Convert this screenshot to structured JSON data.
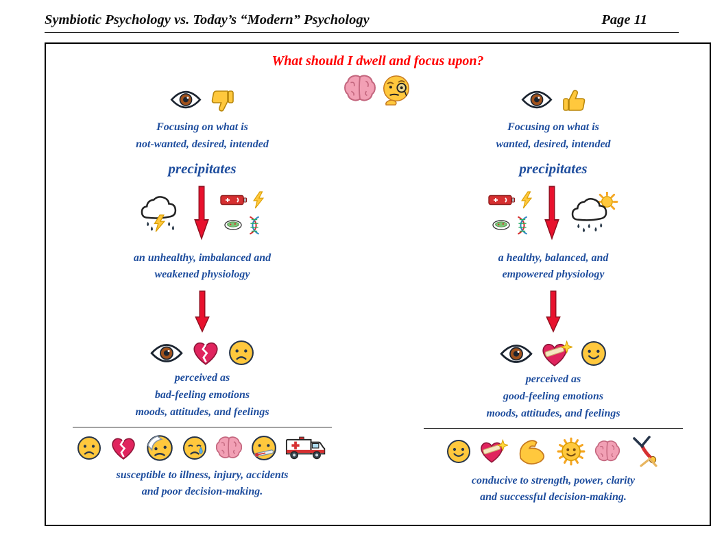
{
  "header": {
    "title": "Symbiotic Psychology vs. Today’s “Modern” Psychology",
    "page_number": "Page 11"
  },
  "diagram": {
    "title": "What should I dwell and focus upon?",
    "center_icons": [
      "brain-icon",
      "face-with-monocle-icon"
    ],
    "left": {
      "focus_icons": [
        "eye-icon",
        "thumbs-down-icon"
      ],
      "focus_line1": "Focusing on what is",
      "focus_line2": "not-wanted, desired, intended",
      "precipitates_label": "precipitates",
      "precipitate_icons": [
        "storm-cloud-lightning-rain-icon",
        "red-down-arrow-icon",
        "battery-icon",
        "high-voltage-icon",
        "petri-dish-icon",
        "dna-icon"
      ],
      "physiology_line1": "an unhealthy, imbalanced and",
      "physiology_line2": "weakened physiology",
      "arrow_icon": "red-down-arrow-icon",
      "perceived_icons": [
        "eye-icon",
        "broken-heart-icon",
        "worried-face-icon"
      ],
      "perceived_line1": "perceived as",
      "perceived_line2": "bad-feeling emotions",
      "perceived_line3": "moods, attitudes, and feelings",
      "outcome_icons": [
        "worried-face-icon",
        "broken-heart-icon",
        "head-bandage-face-icon",
        "crying-face-icon",
        "brain-icon",
        "thermometer-face-icon",
        "ambulance-icon"
      ],
      "outcome_line1": "susceptible to illness, injury, accidents",
      "outcome_line2": "and poor decision-making."
    },
    "right": {
      "focus_icons": [
        "eye-icon",
        "thumbs-up-icon"
      ],
      "focus_line1": "Focusing on what is",
      "focus_line2": "wanted, desired, intended",
      "precipitates_label": "precipitates",
      "precipitate_icons": [
        "battery-icon",
        "high-voltage-icon",
        "petri-dish-icon",
        "dna-icon",
        "red-down-arrow-icon",
        "sun-behind-rain-cloud-icon"
      ],
      "physiology_line1": "a healthy, balanced, and",
      "physiology_line2": "empowered physiology",
      "arrow_icon": "red-down-arrow-icon",
      "perceived_icons": [
        "eye-icon",
        "mending-heart-icon",
        "smiling-face-icon"
      ],
      "perceived_line1": "perceived as",
      "perceived_line2": "good-feeling emotions",
      "perceived_line3": "moods, attitudes, and feelings",
      "outcome_icons": [
        "smiling-face-icon",
        "mending-heart-icon",
        "flexed-biceps-icon",
        "sun-with-face-icon",
        "brain-icon",
        "cartwheeling-person-icon"
      ],
      "outcome_line1": "conducive to strength, power, clarity",
      "outcome_line2": "and successful decision-making."
    },
    "colors": {
      "title_red": "#FF0000",
      "body_blue": "#1F4E9E",
      "arrow_red": "#E8112D"
    }
  }
}
